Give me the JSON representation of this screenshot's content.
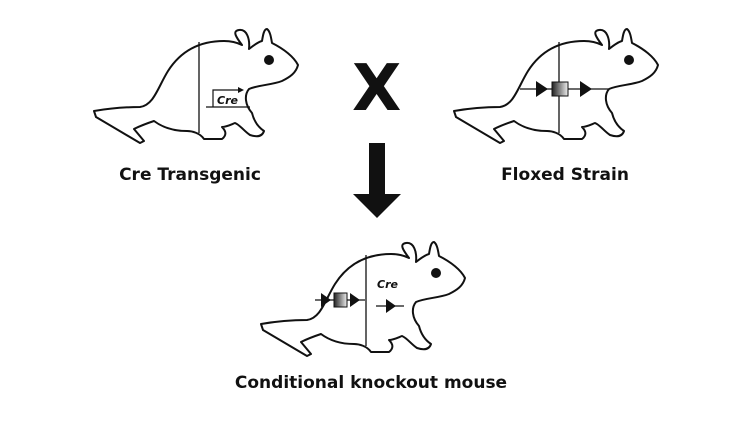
{
  "labels": {
    "cre_transgenic": "Cre Transgenic",
    "floxed_strain": "Floxed Strain",
    "conditional_knockout": "Conditional knockout mouse"
  },
  "cross_symbol": "X",
  "gene_labels": {
    "cre_parent": "Cre",
    "cre_offspring": "Cre"
  },
  "colors": {
    "ink": "#111111",
    "box_gradient_dark": "#333333",
    "box_gradient_light": "#eeeeee"
  }
}
